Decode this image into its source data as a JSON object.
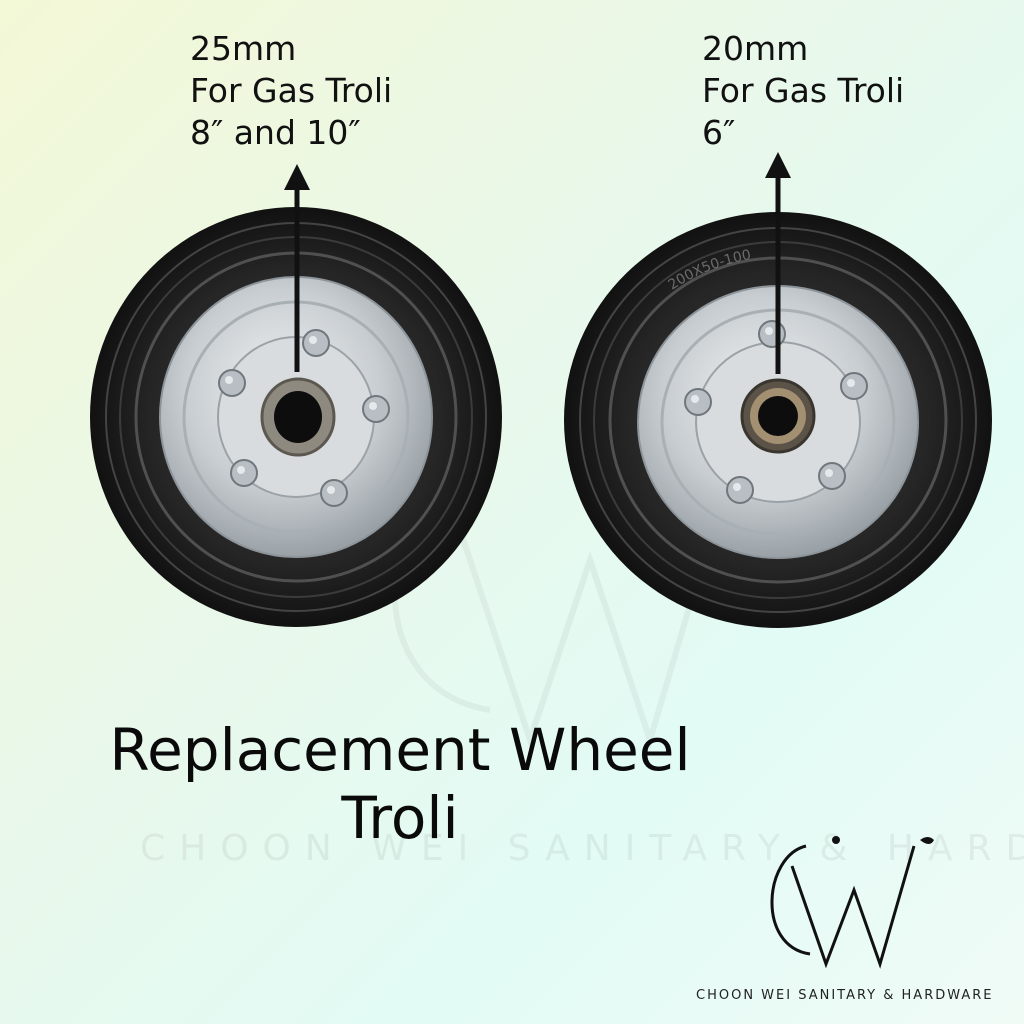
{
  "left_label": {
    "line1": "25mm",
    "line2": "For Gas Troli",
    "line3": "8″ and 10″"
  },
  "right_label": {
    "line1": "20mm",
    "line2": "For Gas Troli",
    "line3": "6″"
  },
  "title": {
    "line1": "Replacement Wheel",
    "line2": "Troli"
  },
  "right_tire_marking": "200X50-100",
  "brand": {
    "monogram": "CW",
    "name": "CHOON WEI SANITARY & HARDWARE",
    "watermark": "CHOON WEI SANITARY & HARDWARE"
  },
  "colors": {
    "tire": "#1c1c1c",
    "rim": "#c9ced2",
    "text": "#111111",
    "background": "#e8f8ee"
  },
  "icons": [
    "up-arrow-icon",
    "wheel-image",
    "brand-logo-icon"
  ]
}
